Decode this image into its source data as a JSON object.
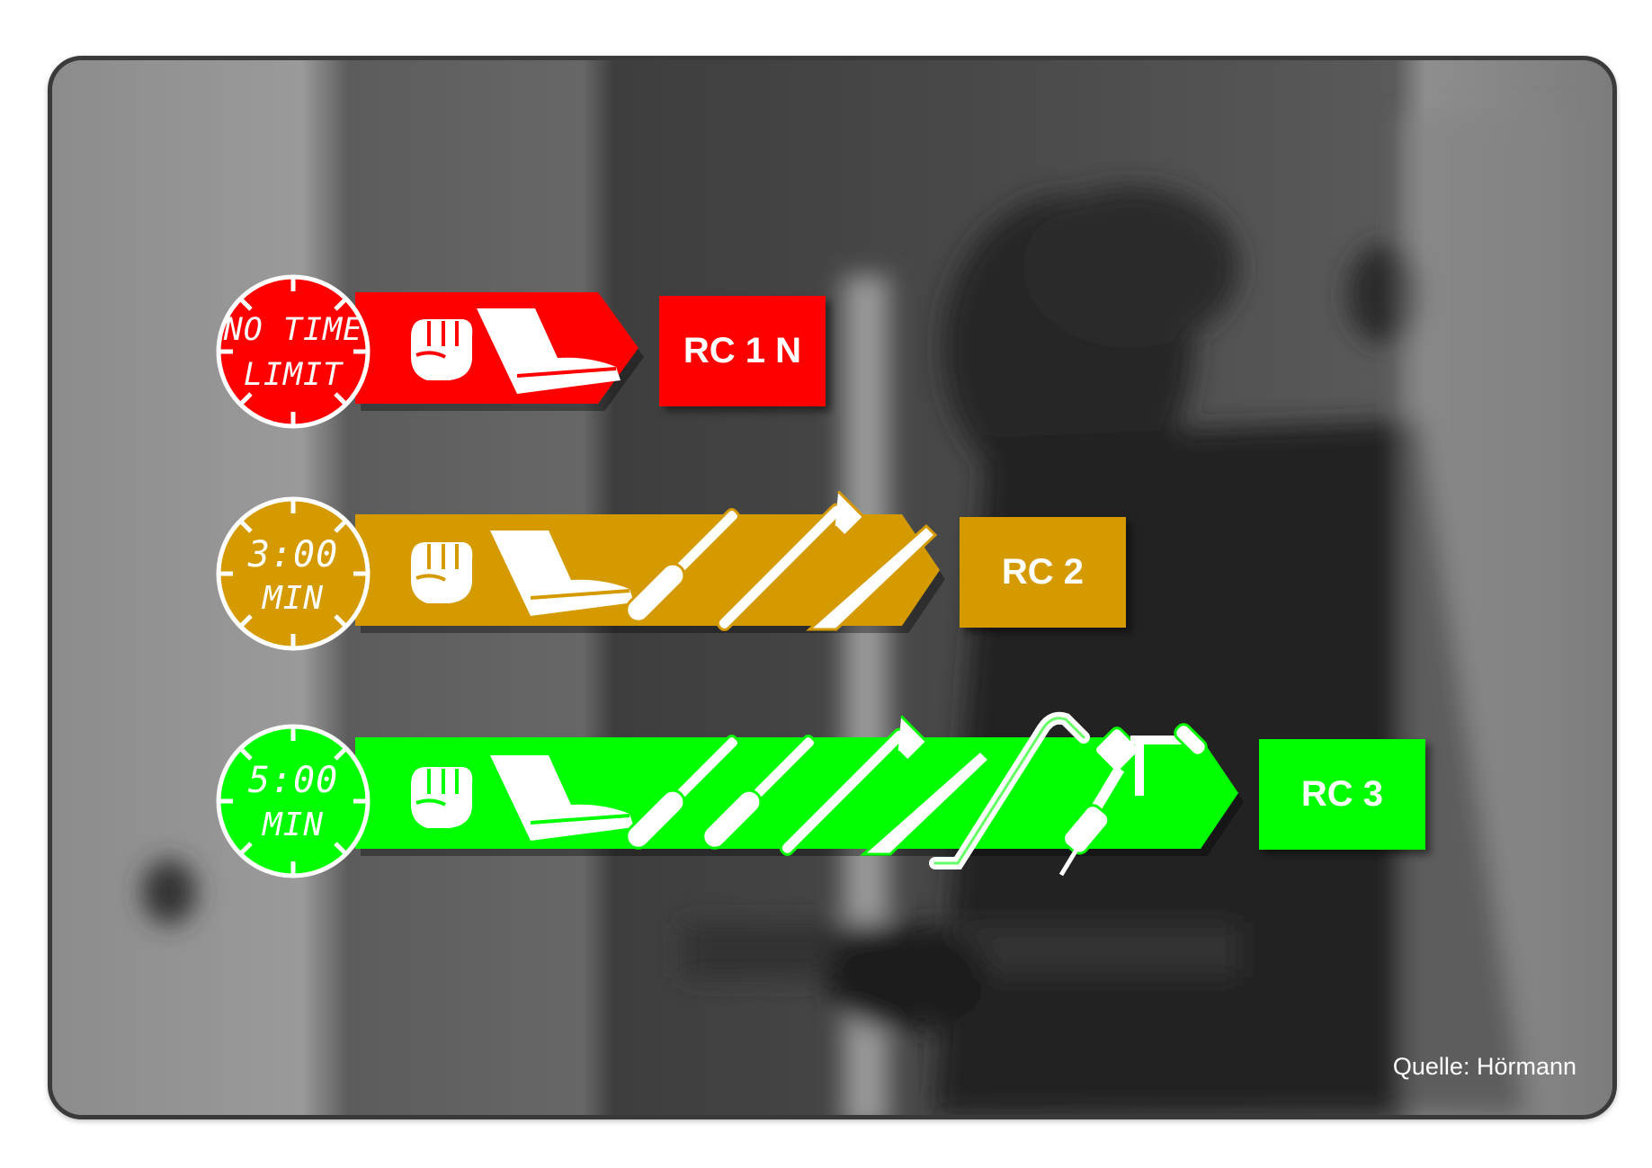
{
  "levels": [
    {
      "dial_line1": "NO TIME",
      "dial_line2": "LIMIT",
      "badge": "RC 1 N",
      "color": "#ff0000",
      "icons": [
        "fist-icon",
        "boot-icon"
      ]
    },
    {
      "dial_line1": "3:00",
      "dial_line2": "MIN",
      "badge": "RC 2",
      "color": "#d49a00",
      "icons": [
        "fist-icon",
        "boot-icon",
        "screwdriver-icon",
        "pipe-wrench-icon",
        "wedge-icon"
      ]
    },
    {
      "dial_line1": "5:00",
      "dial_line2": "MIN",
      "badge": "RC 3",
      "color": "#00ff00",
      "icons": [
        "fist-icon",
        "boot-icon",
        "screwdriver-icon",
        "screwdriver-icon",
        "pipe-wrench-icon",
        "wedge-icon",
        "crowbar-icon",
        "hand-drill-icon"
      ]
    }
  ],
  "source": "Quelle: Hörmann"
}
